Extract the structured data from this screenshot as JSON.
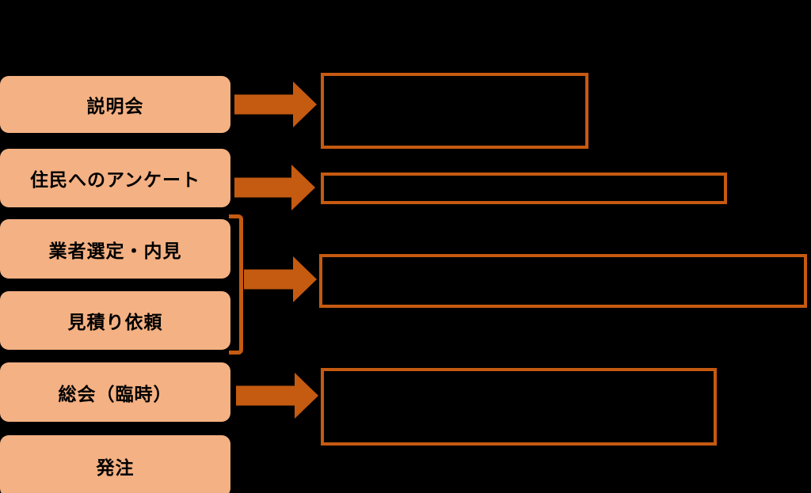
{
  "colors": {
    "background": "#000000",
    "step_fill": "#F4B183",
    "accent": "#C55A11",
    "text": "#000000"
  },
  "steps": [
    {
      "label": "説明会"
    },
    {
      "label": "住民へのアンケート"
    },
    {
      "label": "業者選定・内見"
    },
    {
      "label": "見積り依頼"
    },
    {
      "label": "総会（臨時）"
    },
    {
      "label": "発注"
    }
  ],
  "detail_boxes": [
    {
      "text": ""
    },
    {
      "text": ""
    },
    {
      "text": ""
    },
    {
      "text": ""
    }
  ]
}
